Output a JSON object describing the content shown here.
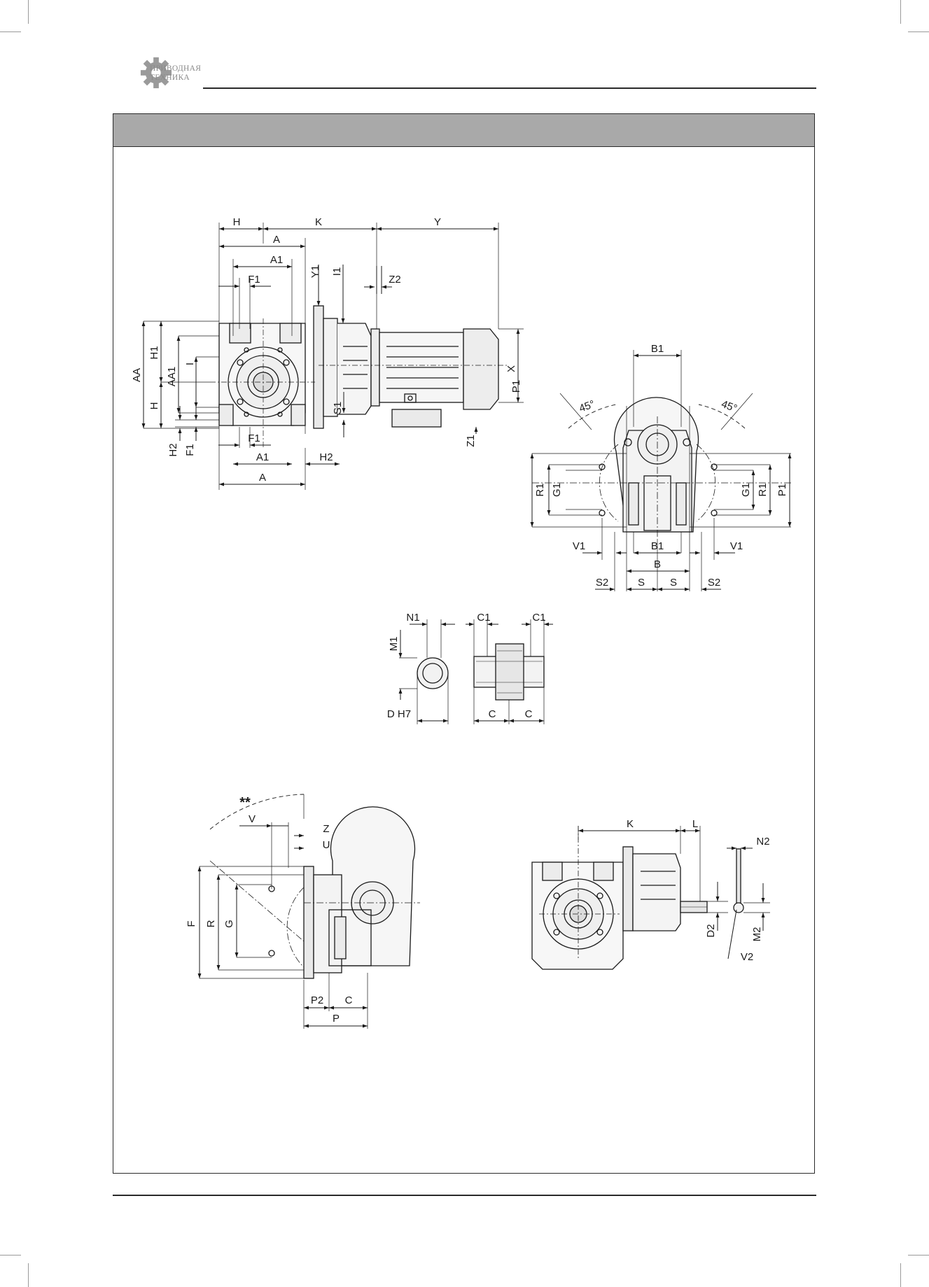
{
  "header": {
    "logo_line1": "ПРИВОДНАЯ",
    "logo_line2": "ТЕХНИКА"
  },
  "view_top": {
    "H": "H",
    "K": "K",
    "Y": "Y",
    "A_top": "A",
    "A1_top": "A1",
    "Y1": "Y1",
    "I1": "I1",
    "Z2": "Z2",
    "F1_top": "F1",
    "AA": "AA",
    "H1": "H1",
    "AA1": "AA1",
    "I": "I",
    "H_left": "H",
    "S1": "S1",
    "X": "X",
    "P1": "P1",
    "Z1": "Z1",
    "H2_left": "H2",
    "F1_left": "F1",
    "F1_bottom": "F1",
    "A1_bottom": "A1",
    "H2_bottom": "H2",
    "A_bottom": "A"
  },
  "view_side": {
    "B1_top": "B1",
    "angle_left": "45°",
    "angle_right": "45°",
    "R1_left": "R1",
    "G1_left": "G1",
    "G1_right": "G1",
    "R1_right": "R1",
    "P1": "P1",
    "V1_left": "V1",
    "B1_bottom": "B1",
    "V1_right": "V1",
    "B": "B",
    "S2_left": "S2",
    "S_left": "S",
    "S_right": "S",
    "S2_right": "S2"
  },
  "view_shaft": {
    "N1": "N1",
    "C1_left": "C1",
    "C1_right": "C1",
    "M1": "M1",
    "DH7": "D H7",
    "C_left": "C",
    "C_right": "C"
  },
  "view_flange": {
    "stars": "**",
    "V": "V",
    "Z": "Z",
    "U": "U",
    "F": "F",
    "R": "R",
    "G": "G",
    "P2": "P2",
    "C": "C",
    "P": "P"
  },
  "view_input": {
    "K": "K",
    "L": "L",
    "N2": "N2",
    "D2": "D2",
    "M2": "M2",
    "V2": "V2"
  }
}
